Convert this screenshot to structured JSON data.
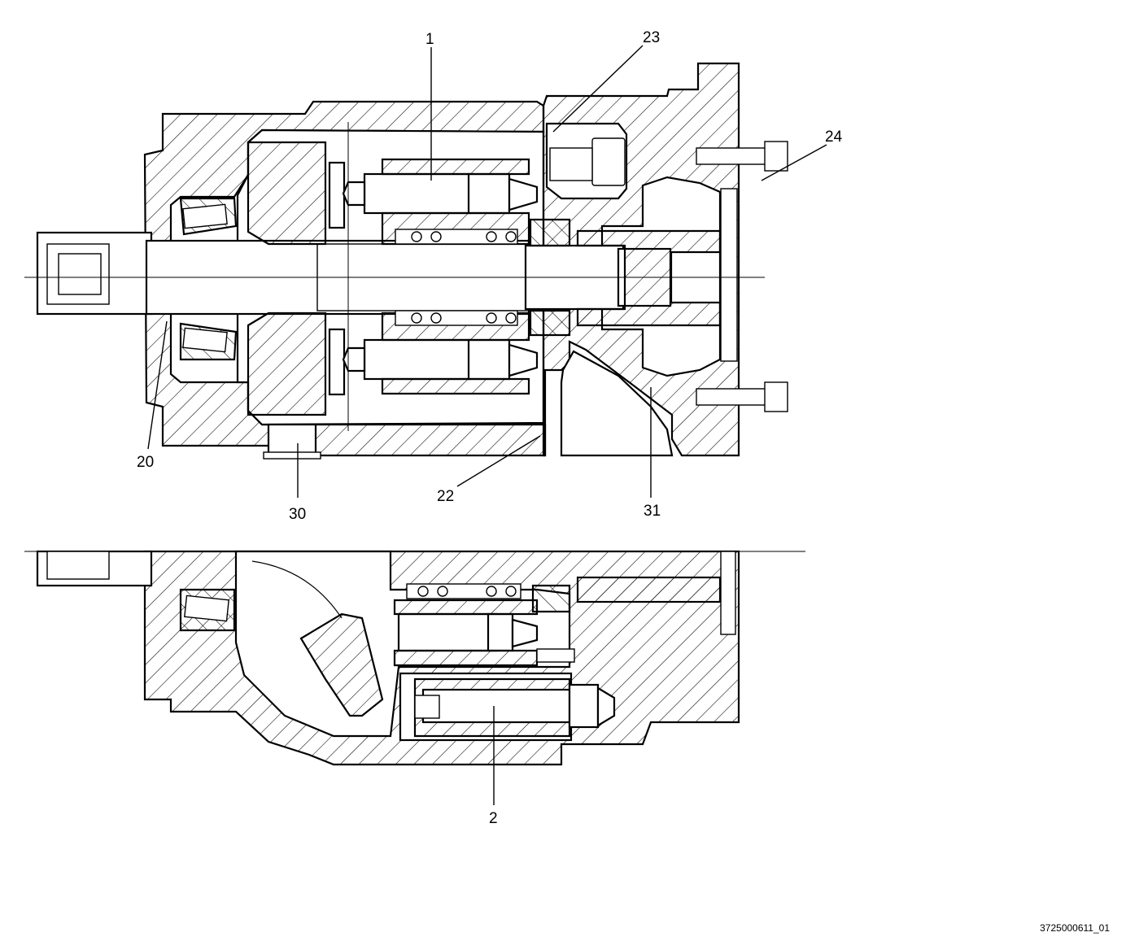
{
  "callouts": {
    "c1": "1",
    "c23": "23",
    "c24": "24",
    "c20": "20",
    "c30": "30",
    "c22": "22",
    "c31": "31",
    "c2": "2"
  },
  "document_id": "3725000611_01"
}
